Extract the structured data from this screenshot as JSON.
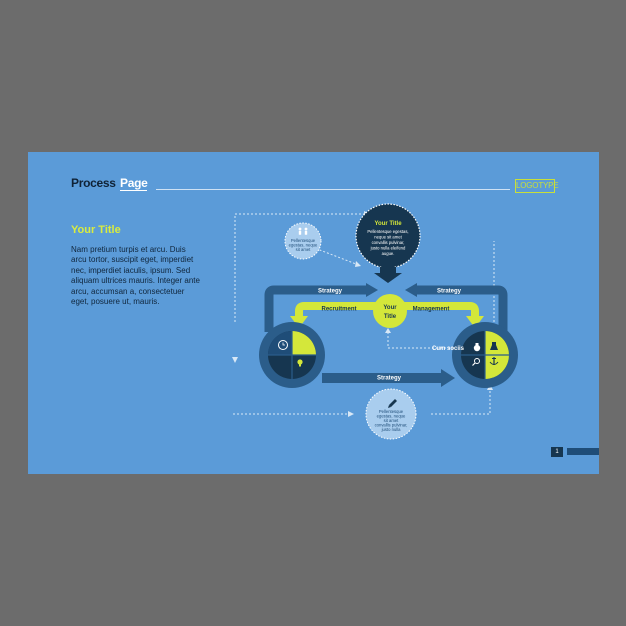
{
  "header": {
    "title_part1": "Process",
    "title_part2": "Page",
    "logo": "LOGOTYPE"
  },
  "sidebar": {
    "title": "Your Title",
    "body": "Nam pretium turpis et arcu. Duis arcu tortor, suscipit eget, imperdiet nec, imperdiet iaculis, ipsum. Sed aliquam ultrices mauris. Integer ante arcu, accumsan a, consectetuer eget, posuere ut, mauris."
  },
  "diagram": {
    "top_node": {
      "title": "Your Title",
      "lines": [
        "Pellentesque egestas,",
        "neque sit amet",
        "convallis pulvinar,",
        "justo nulla eleifend",
        "augue."
      ]
    },
    "center_node": {
      "line1": "Your",
      "line2": "Title"
    },
    "small_top_node": {
      "lines": [
        "Pellentesque",
        "egestas, neque",
        "sit amet"
      ]
    },
    "small_bottom_node": {
      "lines": [
        "Pellentesque",
        "egestas, neque",
        "sit amet",
        "convallis pulvinar,",
        "justo nulla"
      ]
    },
    "arrows": {
      "strategy_top_left": "Strategy",
      "strategy_top_right": "Strategy",
      "recruitment": "Recruitment",
      "management": "Management",
      "strategy_bottom": "Strategy"
    },
    "side_label": "Cum sociis"
  },
  "footer": {
    "page_number": "1"
  },
  "colors": {
    "background": "#5b9bd8",
    "dark_navy": "#163650",
    "mid_blue": "#2b5d8a",
    "accent_lime": "#d4e73a"
  },
  "icons": [
    "people-icon",
    "clock-icon",
    "lightbulb-icon",
    "money-bag-icon",
    "flask-icon",
    "magnifier-icon",
    "anchor-icon",
    "pencil-icon"
  ]
}
